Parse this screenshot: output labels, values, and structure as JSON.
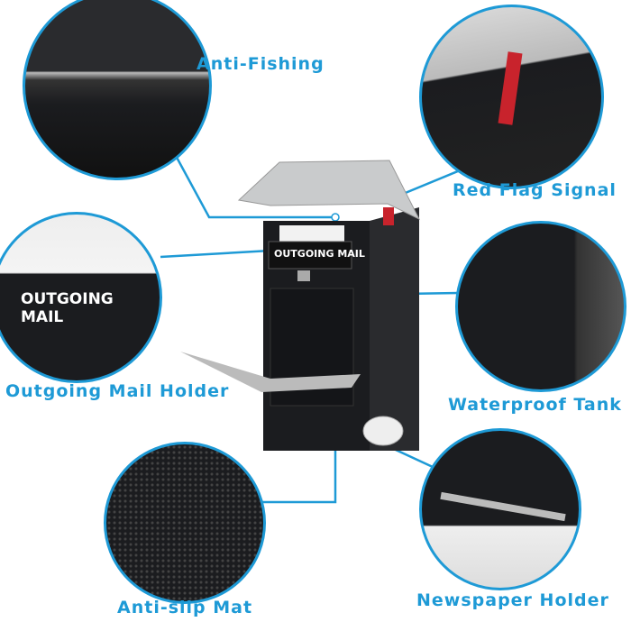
{
  "labels": {
    "anti_fishing": "Anti-Fishing",
    "red_flag": "Red Flag Signal",
    "waterproof": "Waterproof Tank",
    "outgoing": "Outgoing Mail Holder",
    "anti_slip": "Anti-slip Mat",
    "newspaper": "Newspaper Holder"
  },
  "mailbox": {
    "slot_text": "OUTGOING MAIL"
  },
  "colors": {
    "accent": "#1e9ad6",
    "box": "#1b1c1f",
    "flag": "#c8232c",
    "steel": "#c9cbcc"
  }
}
